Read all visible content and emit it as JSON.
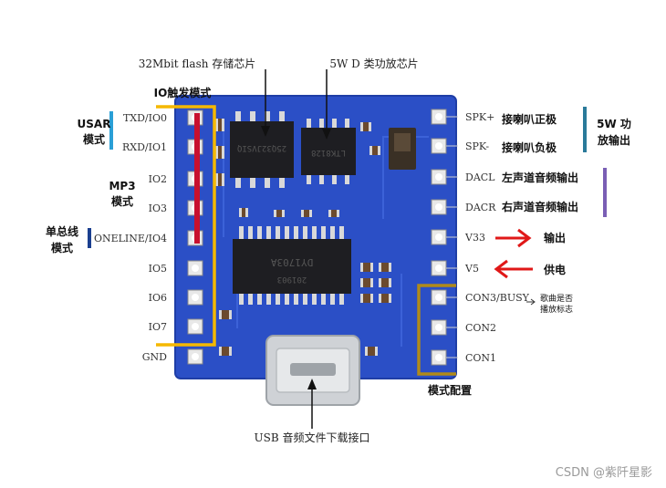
{
  "top_labels": {
    "flash": "32Mbit flash 存储芯片",
    "amp": "5W D 类功放芯片",
    "usb": "USB 音频文件下载接口"
  },
  "chip_marks": {
    "flash_chip": "25Q32JVSIQ",
    "amp_chip": "LTK8128",
    "main_chip_model": "DY1703A",
    "main_chip_date": "201903"
  },
  "left_pins": [
    "TXD/IO0",
    "RXD/IO1",
    "IO2",
    "IO3",
    "ONELINE/IO4",
    "IO5",
    "IO6",
    "IO7",
    "GND"
  ],
  "right_pins": [
    "SPK+",
    "SPK-",
    "DACL",
    "DACR",
    "V33",
    "V5",
    "CON3/BUSY",
    "CON2",
    "CON1"
  ],
  "left_annotations": {
    "io_trigger": "IO触发模式",
    "usart": "USAR\n模式",
    "mp3": "MP3\n模式",
    "oneline": "单总线\n模式"
  },
  "right_annotations": {
    "spk_pos": "接喇叭正极",
    "spk_neg": "接喇叭负极",
    "power_out": "5W 功\n放输出",
    "dacl": "左声道音频输出",
    "dacr": "右声道音频输出",
    "v33": "输出",
    "v5": "供电",
    "busy": "歌曲是否\n播放标志",
    "mode_config": "模式配置"
  },
  "watermark": "CSDN @紫阡星影",
  "colors": {
    "board": "#2b4fc6",
    "board_dark": "#1f3ea6",
    "yellow": "#f5b800",
    "red": "#c8102e",
    "cyan": "#2a9fd6",
    "navy": "#1a3f8f",
    "teal": "#2a7a9a",
    "purple": "#7a5fb5",
    "olive": "#b08a1a",
    "arrow_red": "#e01818"
  }
}
